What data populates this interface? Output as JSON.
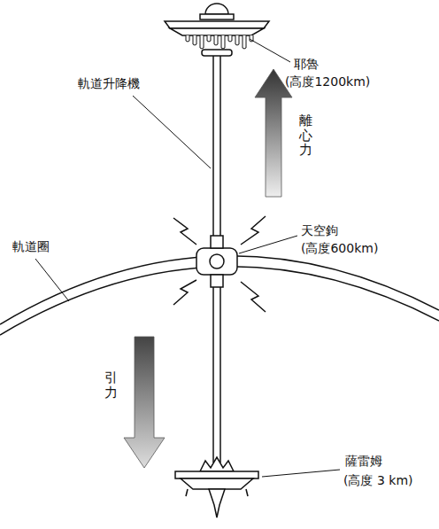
{
  "diagram": {
    "labels": [
      "耶魯",
      "(高度1200km)",
      "軌道升降機",
      "離心力",
      "天空鉤",
      "(高度600km)",
      "軌道圈",
      "引力",
      "薩雷姆",
      "(高度 3 km)"
    ]
  }
}
